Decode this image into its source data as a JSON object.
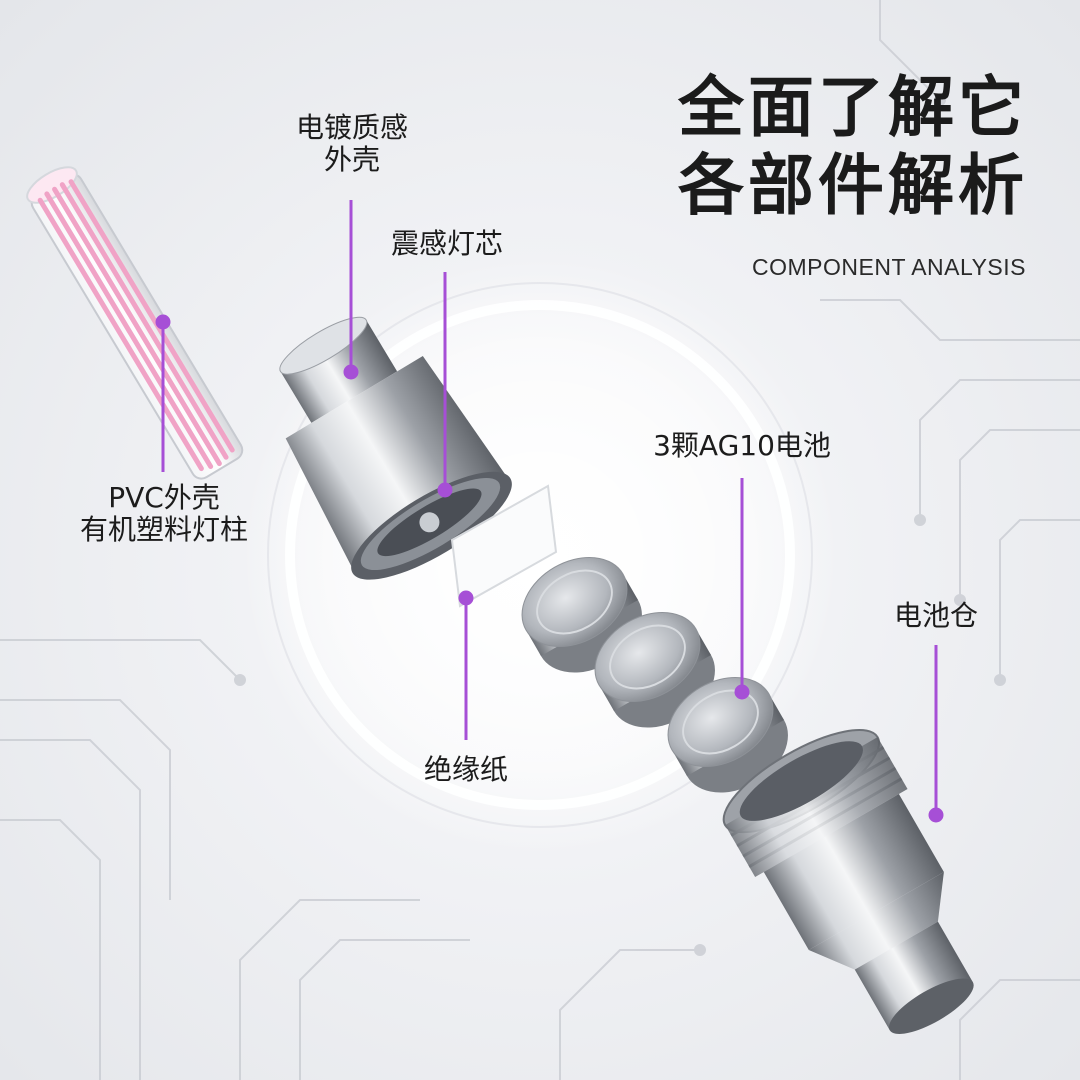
{
  "heading": {
    "line1": "全面了解它",
    "line2": "各部件解析",
    "subtitle": "COMPONENT ANALYSIS"
  },
  "labels": {
    "shell_line1": "电镀质感",
    "shell_line2": "外壳",
    "core": "震感灯芯",
    "pvc_line1": "PVC外壳",
    "pvc_line2": "有机塑料灯柱",
    "battery": "3颗AG10电池",
    "insulation": "绝缘纸",
    "compartment": "电池仓"
  },
  "colors": {
    "accent": "#a64fd6",
    "metal": "#b8bcc2",
    "rod_pink": "#f0a3c6"
  }
}
